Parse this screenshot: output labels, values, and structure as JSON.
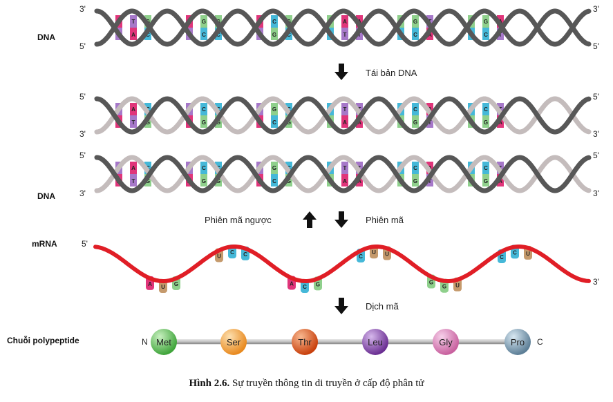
{
  "labels": {
    "dna_top": "DNA",
    "dna_bottom": "DNA",
    "mrna": "mRNA",
    "polypeptide": "Chuỗi polypeptide"
  },
  "ends": {
    "three_prime": "3'",
    "five_prime": "5'",
    "n_term": "N",
    "c_term": "C"
  },
  "steps": {
    "replication": "Tái bản DNA",
    "reverse_transcription": "Phiên mã ngược",
    "transcription": "Phiên mã",
    "translation": "Dịch mã"
  },
  "caption": {
    "label": "Hình 2.6.",
    "text": "Sự truyền thông tin di truyền ở cấp độ phân tử"
  },
  "dna": {
    "top_strand": [
      "A",
      "T",
      "G",
      "A",
      "G",
      "G",
      "A",
      "C",
      "G",
      "G",
      "A",
      "A",
      "G",
      "G",
      "T",
      "G",
      "G",
      "A"
    ],
    "bottom_strand": [
      "T",
      "A",
      "C",
      "T",
      "C",
      "C",
      "T",
      "G",
      "C",
      "C",
      "T",
      "T",
      "C",
      "C",
      "A",
      "C",
      "C",
      "T"
    ]
  },
  "mrna_codons": [
    [
      "A",
      "U",
      "G"
    ],
    [
      "U",
      "C",
      "C"
    ],
    [
      "A",
      "C",
      "G"
    ],
    [
      "C",
      "U",
      "U"
    ],
    [
      "G",
      "G",
      "U"
    ],
    [
      "C",
      "C",
      "U"
    ]
  ],
  "amino_acids": [
    "Met",
    "Ser",
    "Thr",
    "Leu",
    "Gly",
    "Pro"
  ],
  "colors": {
    "A": "#e0357a",
    "T": "#a678c9",
    "G": "#8fd08c",
    "C": "#45b8d8",
    "U": "#c59a6c",
    "parent_strand": "#575757",
    "new_strand": "#c4bcbc",
    "mrna_strand": "#e01e26",
    "amino": {
      "Met": "#4db848",
      "Ser": "#f29a35",
      "Thr": "#e05a1e",
      "Leu": "#7a3fa0",
      "Gly": "#d876b8",
      "Pro": "#6a8ea8"
    }
  }
}
